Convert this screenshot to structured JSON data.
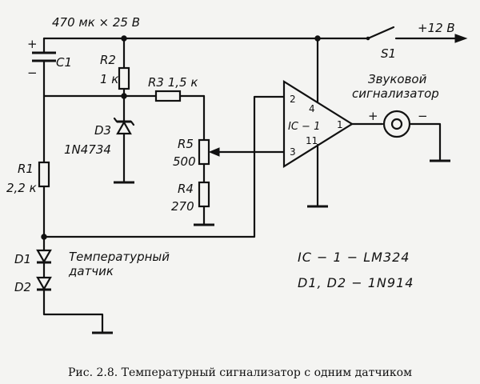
{
  "labels": {
    "c1_value": "470 мк × 25 В",
    "c1_plus": "+",
    "c1_minus": "−",
    "c1": "C1",
    "r2": "R2",
    "r2_value": "1 к",
    "r3": "R3 1,5 к",
    "d3": "D3",
    "d3_part": "1N4734",
    "r1": "R1",
    "r1_value": "2,2 к",
    "r5": "R5",
    "r5_value": "500",
    "r4": "R4",
    "r4_value": "270",
    "s1": "S1",
    "supply": "+12 В",
    "ic": "IC − 1",
    "pin2": "2",
    "pin3": "3",
    "pin4": "4",
    "pin11": "11",
    "pin1": "1",
    "buzzer_line1": "Звуковой",
    "buzzer_line2": "сигнализатор",
    "buzzer_plus": "+",
    "buzzer_minus": "−",
    "d1": "D1",
    "d2": "D2",
    "sensor_line1": "Температурный",
    "sensor_line2": "датчик",
    "note_ic": "IC − 1 − LM324",
    "note_d": "D1, D2 − 1N914"
  },
  "caption": "Рис. 2.8. Температурный сигнализатор с одним датчиком"
}
